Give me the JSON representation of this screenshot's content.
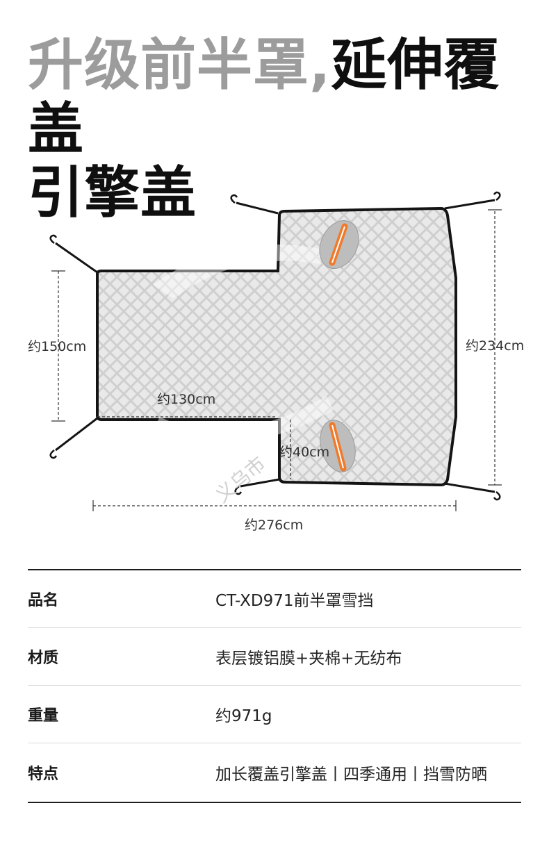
{
  "headline": {
    "grey_text": "升级前半罩,",
    "dark_text_line1": "延伸覆盖",
    "dark_text_line2": "引擎盖"
  },
  "diagram": {
    "labels": {
      "left_height": "约150cm",
      "inner_width": "约130cm",
      "notch_depth": "约40cm",
      "right_height": "约234cm",
      "total_width": "约276cm"
    },
    "watermark": "义乌市",
    "colors": {
      "cover_fill": "#d6d6d6",
      "outline": "#141414",
      "strap_accent": "#f07a2a"
    }
  },
  "specs": [
    {
      "key": "品名",
      "value": "CT-XD971前半罩雪挡"
    },
    {
      "key": "材质",
      "value": "表层镀铝膜+夹棉+无纺布"
    },
    {
      "key": "重量",
      "value": "约971g"
    },
    {
      "key": "特点",
      "value": "加长覆盖引擎盖丨四季通用丨挡雪防晒"
    }
  ]
}
